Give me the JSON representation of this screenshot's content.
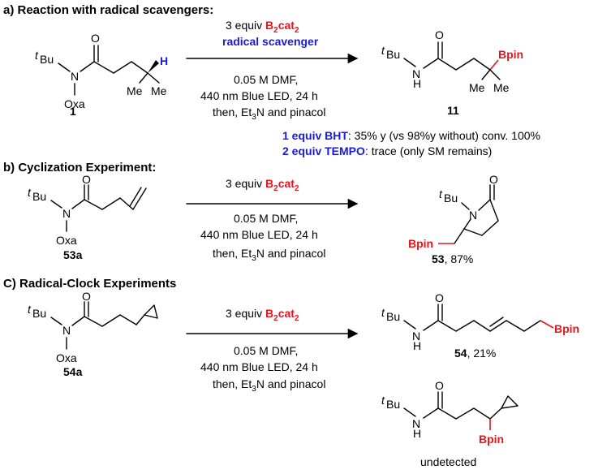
{
  "sections": {
    "a": {
      "heading": "a) Reaction with radical scavengers:",
      "reagent_prefix": "3 equiv",
      "reagent": "B",
      "reagent_sub": "2",
      "reagent_b": "cat",
      "reagent_sub2": "2",
      "scavenger": "radical scavenger",
      "cond1": "0.05 M DMF,",
      "cond2": "440 nm Blue LED, 24 h",
      "cond3_pre": "then, Et",
      "cond3_sub": "3",
      "cond3_post": "N and pinacol",
      "sm_label": "1",
      "prod_label": "11",
      "note1_bold": "1 equiv BHT",
      "note1_rest": ": 35% y (vs 98%y without) conv. 100%",
      "note2_bold": "2 equiv TEMPO",
      "note2_rest": ": trace (only SM remains)"
    },
    "b": {
      "heading": "b) Cyclization Experiment:",
      "reagent_prefix": "3 equiv",
      "cond1": "0.05 M DMF,",
      "cond2": "440 nm Blue LED, 24 h",
      "cond3_pre": "then, Et",
      "cond3_sub": "3",
      "cond3_post": "N and pinacol",
      "sm_label": "53a",
      "prod_label_bold": "53",
      "prod_label_rest": ", 87%"
    },
    "c": {
      "heading": "C) Radical-Clock Experiments",
      "reagent_prefix": "3 equiv",
      "cond1": "0.05 M DMF,",
      "cond2": "440 nm Blue LED, 24 h",
      "cond3_pre": "then, Et",
      "cond3_sub": "3",
      "cond3_post": "N and pinacol",
      "sm_label": "54a",
      "prod1_label_bold": "54",
      "prod1_label_rest": ", 21%",
      "prod2_caption": "undetected"
    }
  },
  "atoms": {
    "tbu_t": "t",
    "tbu": "Bu",
    "n": "N",
    "oxa": "Oxa",
    "o": "O",
    "h": "H",
    "me": "Me",
    "bpin": "Bpin"
  },
  "colors": {
    "red": "#e8141b",
    "blue": "#1a1adc"
  }
}
